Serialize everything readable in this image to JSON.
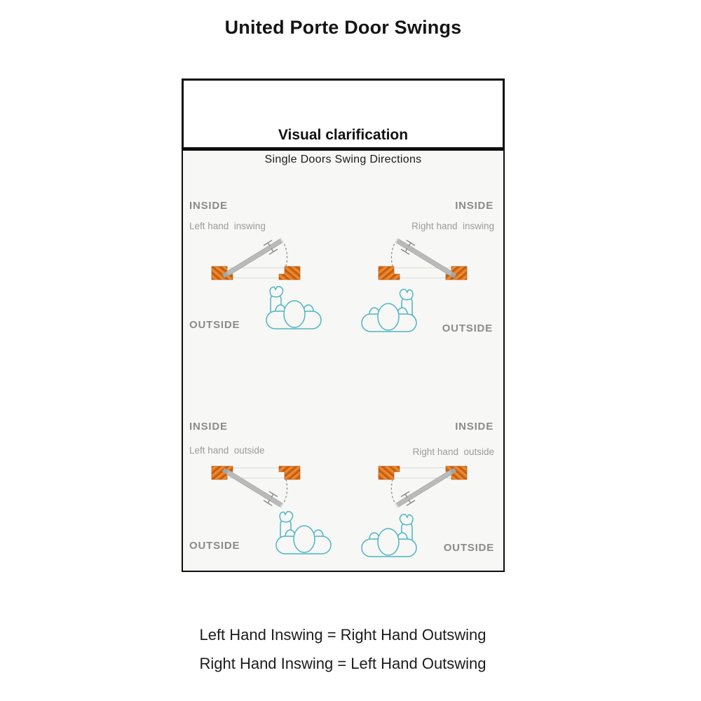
{
  "page_title": "United Porte Door Swings",
  "panel": {
    "title": "Visual clarification",
    "subtitle": "Single Doors Swing Directions"
  },
  "quadrants": [
    {
      "position": "top-left",
      "inside_label": "INSIDE",
      "swing_label": "Left hand  inswing",
      "outside_label": "OUTSIDE",
      "hinge_side": "left",
      "swing_direction": "inswing"
    },
    {
      "position": "top-right",
      "inside_label": "INSIDE",
      "swing_label": "Right hand  inswing",
      "outside_label": "OUTSIDE",
      "hinge_side": "right",
      "swing_direction": "inswing"
    },
    {
      "position": "bottom-left",
      "inside_label": "INSIDE",
      "swing_label": "Left hand  outside",
      "outside_label": "OUTSIDE",
      "hinge_side": "left",
      "swing_direction": "outswing"
    },
    {
      "position": "bottom-right",
      "inside_label": "INSIDE",
      "swing_label": "Right hand  outside",
      "outside_label": "OUTSIDE",
      "hinge_side": "right",
      "swing_direction": "outswing"
    }
  ],
  "footnotes": [
    "Left Hand Inswing = Right Hand Outswing",
    "Right Hand Inswing = Left Hand Outswing"
  ],
  "icons": {
    "door_diagram": "door-swing-diagram",
    "person": "person-raised-hand-icon"
  },
  "colors": {
    "frame_wood": "#e4791f",
    "frame_wood_dark": "#c25c10",
    "door_panel": "#bababa",
    "person_outline": "#4db6c4",
    "panel_background": "#f7f7f5",
    "border": "#0d0d0d",
    "label_gray": "#8a8a8a"
  }
}
